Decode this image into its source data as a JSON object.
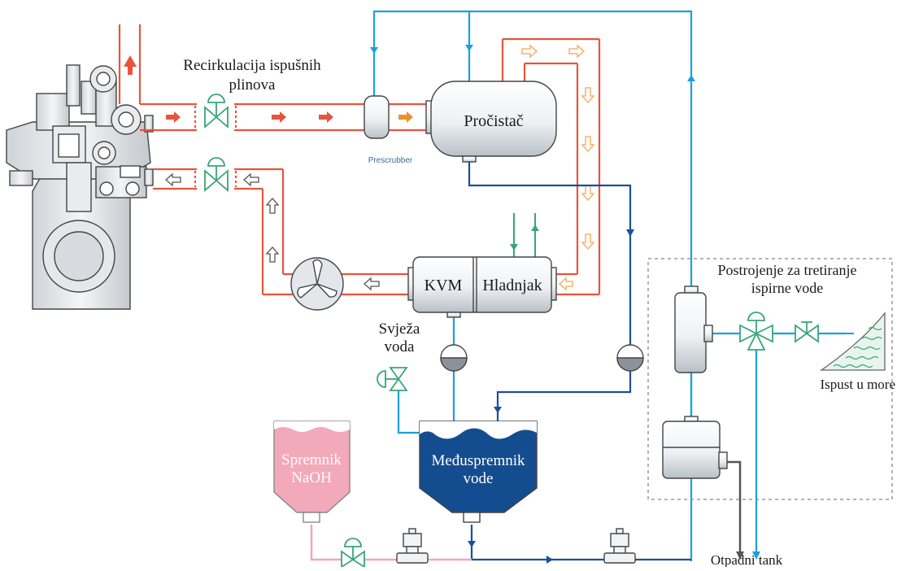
{
  "labels": {
    "egr_line1": "Recirkulacija ispušnih",
    "egr_line2": "plinova",
    "scrubber": "Pročistač",
    "prescrubber": "Prescrubber",
    "kvm": "KVM",
    "cooler": "Hladnjak",
    "fresh_water_line1": "Svježa",
    "fresh_water_line2": "voda",
    "wwt_line1": "Postrojenje za tretiranje",
    "wwt_line2": "ispirne vode",
    "discharge": "Ispust u more",
    "naoh_line1": "Spremnik",
    "naoh_line2": "NaOH",
    "buffer_line1": "Međuspremnik",
    "buffer_line2": "vode",
    "waste_tank": "Otpadni tank"
  },
  "colors": {
    "exhaust_pipe": "#e8543c",
    "exhaust_arrow": "#e8543c",
    "exhaust_arrow_hot": "#f0902a",
    "exhaust_arrow_cool": "#f7b26b",
    "clean_water": "#1aa0df",
    "dirty_water": "#1a4f9c",
    "fresh_water": "#3aa57a",
    "naoh_line": "#f1a7b8",
    "naoh_tank": "#f2a9ba",
    "buffer_tank": "#144d8f",
    "drain_line": "#555555"
  }
}
